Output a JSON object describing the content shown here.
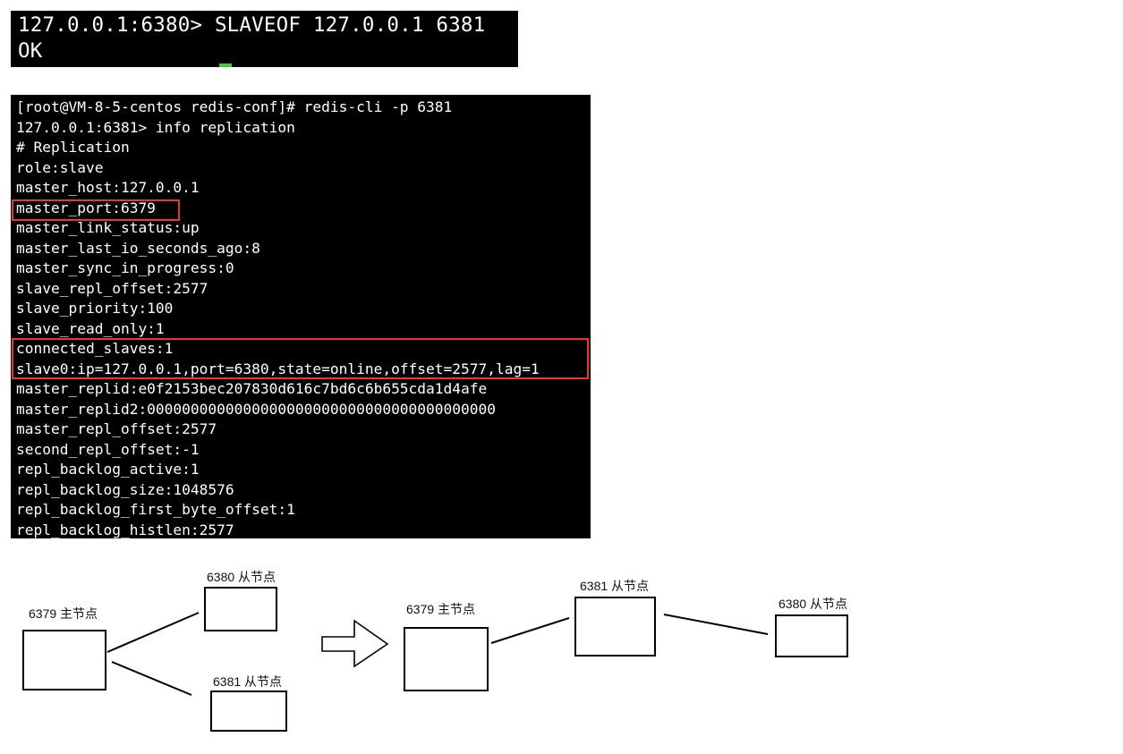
{
  "terminal_slaveof": {
    "lines": [
      "127.0.0.1:6380> SLAVEOF 127.0.0.1 6381",
      "OK"
    ],
    "cursor_color": "#3cd03c"
  },
  "terminal_info": {
    "lines": [
      "[root@VM-8-5-centos redis-conf]# redis-cli -p 6381",
      "127.0.0.1:6381> info replication",
      "# Replication",
      "role:slave",
      "master_host:127.0.0.1",
      "master_port:6379",
      "master_link_status:up",
      "master_last_io_seconds_ago:8",
      "master_sync_in_progress:0",
      "slave_repl_offset:2577",
      "slave_priority:100",
      "slave_read_only:1",
      "connected_slaves:1",
      "slave0:ip=127.0.0.1,port=6380,state=online,offset=2577,lag=1",
      "master_replid:e0f2153bec207830d616c7bd6c6b655cda1d4afe",
      "master_replid2:0000000000000000000000000000000000000000",
      "master_repl_offset:2577",
      "second_repl_offset:-1",
      "repl_backlog_active:1",
      "repl_backlog_size:1048576",
      "repl_backlog_first_byte_offset:1",
      "repl_backlog_histlen:2577"
    ],
    "highlight_color": "#e53935"
  },
  "diagram": {
    "before": {
      "master_label": "6379 主节点",
      "slave_top_label": "6380 从节点",
      "slave_bottom_label": "6381 从节点"
    },
    "arrow_icon": "right-arrow-icon",
    "after": {
      "master_label": "6379 主节点",
      "middle_label": "6381 从节点",
      "end_label": "6380 从节点"
    }
  }
}
